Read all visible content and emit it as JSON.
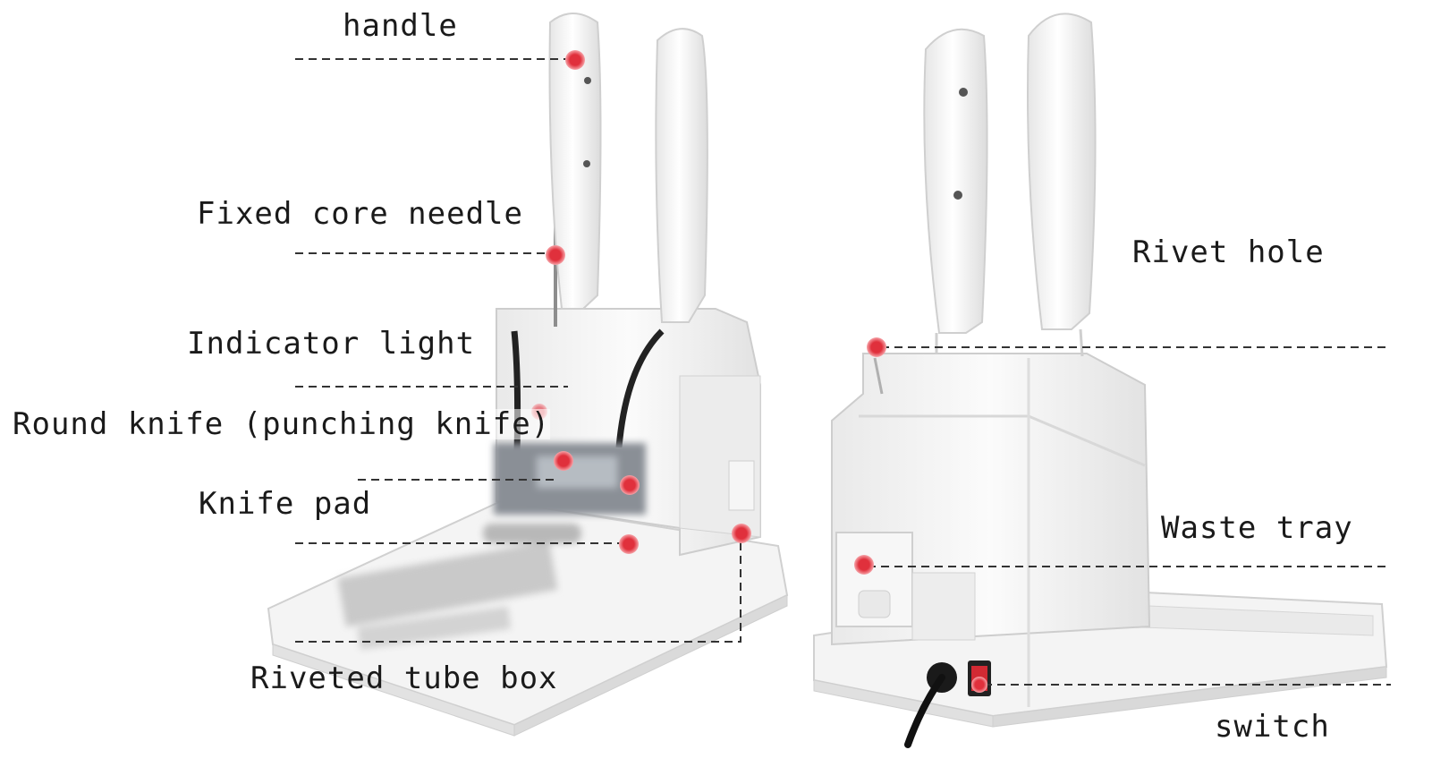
{
  "labels": {
    "handle": "handle",
    "fixed_core_needle": "Fixed core needle",
    "indicator_light": "Indicator light",
    "round_knife": "Round knife (punching knife)",
    "knife_pad": "Knife pad",
    "riveted_tube_box": "Riveted tube box",
    "rivet_hole": "Rivet hole",
    "waste_tray": "Waste tray",
    "switch": "switch"
  },
  "colors": {
    "marker": "#e0303c",
    "leader_line": "#333333",
    "machine_body": "#f3f3f3",
    "machine_edge": "#d4d4d4",
    "cable": "#111111",
    "text": "#1a1a1a"
  }
}
